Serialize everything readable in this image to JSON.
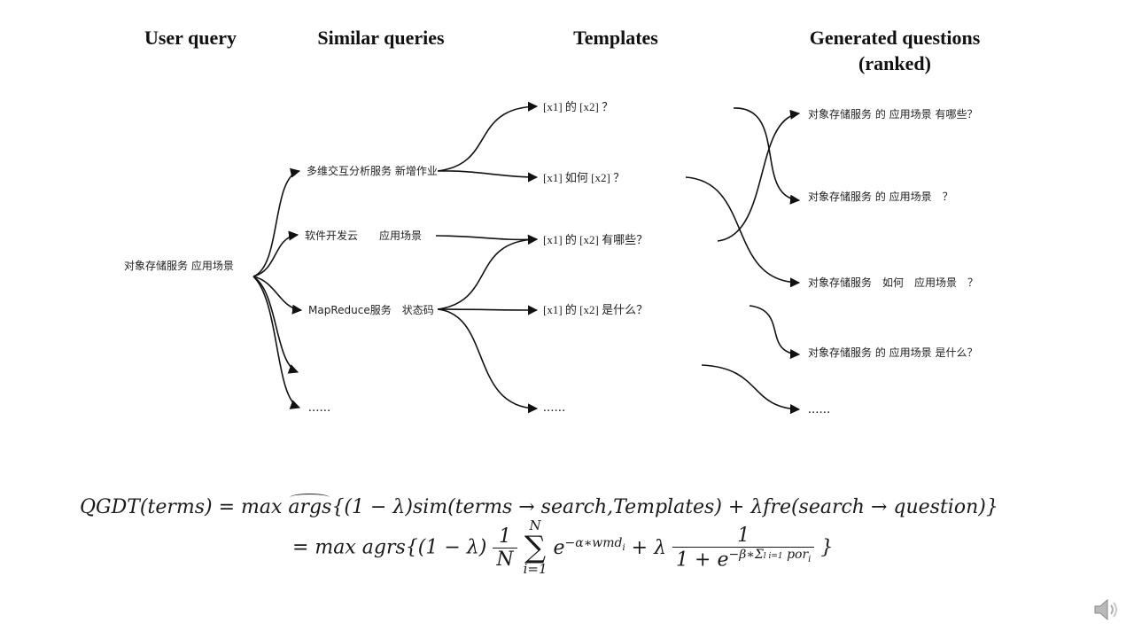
{
  "headers": {
    "user_query": "User query",
    "similar_queries": "Similar queries",
    "templates": "Templates",
    "generated_line1": "Generated questions",
    "generated_line2": "(ranked)"
  },
  "user_query": "对象存储服务 应用场景",
  "similar_queries": [
    "多维交互分析服务 新增作业",
    "软件开发云　　应用场景",
    "MapReduce服务　状态码",
    "......"
  ],
  "templates": [
    "[x1] 的 [x2] ？",
    "[x1]  如何  [x2] ？",
    "[x1] 的 [x2] 有哪些？",
    "[x1] 的 [x2] 是什么？",
    "......"
  ],
  "generated_questions": [
    "对象存储服务 的 应用场景 有哪些？",
    "对象存储服务 的 应用场景　？",
    "对象存储服务　如何　应用场景　？",
    "对象存储服务 的 应用场景 是什么？",
    "......"
  ],
  "formula": {
    "line1": {
      "lhs": "QGDT(terms) = max",
      "args": "args",
      "rest": "{(1 − λ)sim(terms → search,Templates) + λfre(search → question)}"
    },
    "line2": {
      "lead": "= max agrs{(1 − λ)",
      "frac1_num": "1",
      "frac1_den": "N",
      "sum_top": "N",
      "sum_bottom": "i=1",
      "exp_base": "e",
      "exp_power": "−α∗wmd",
      "exp_sub": "i",
      "plus_lambda": " + λ",
      "frac2_num": "1",
      "frac2_den_base": "1 + e",
      "frac2_den_power": "−β∗Σ",
      "frac2_den_limits": "l i=1",
      "frac2_den_tail": " por",
      "frac2_den_sub": "i",
      "close": "}"
    }
  },
  "icons": {
    "speaker": "speaker-icon"
  }
}
